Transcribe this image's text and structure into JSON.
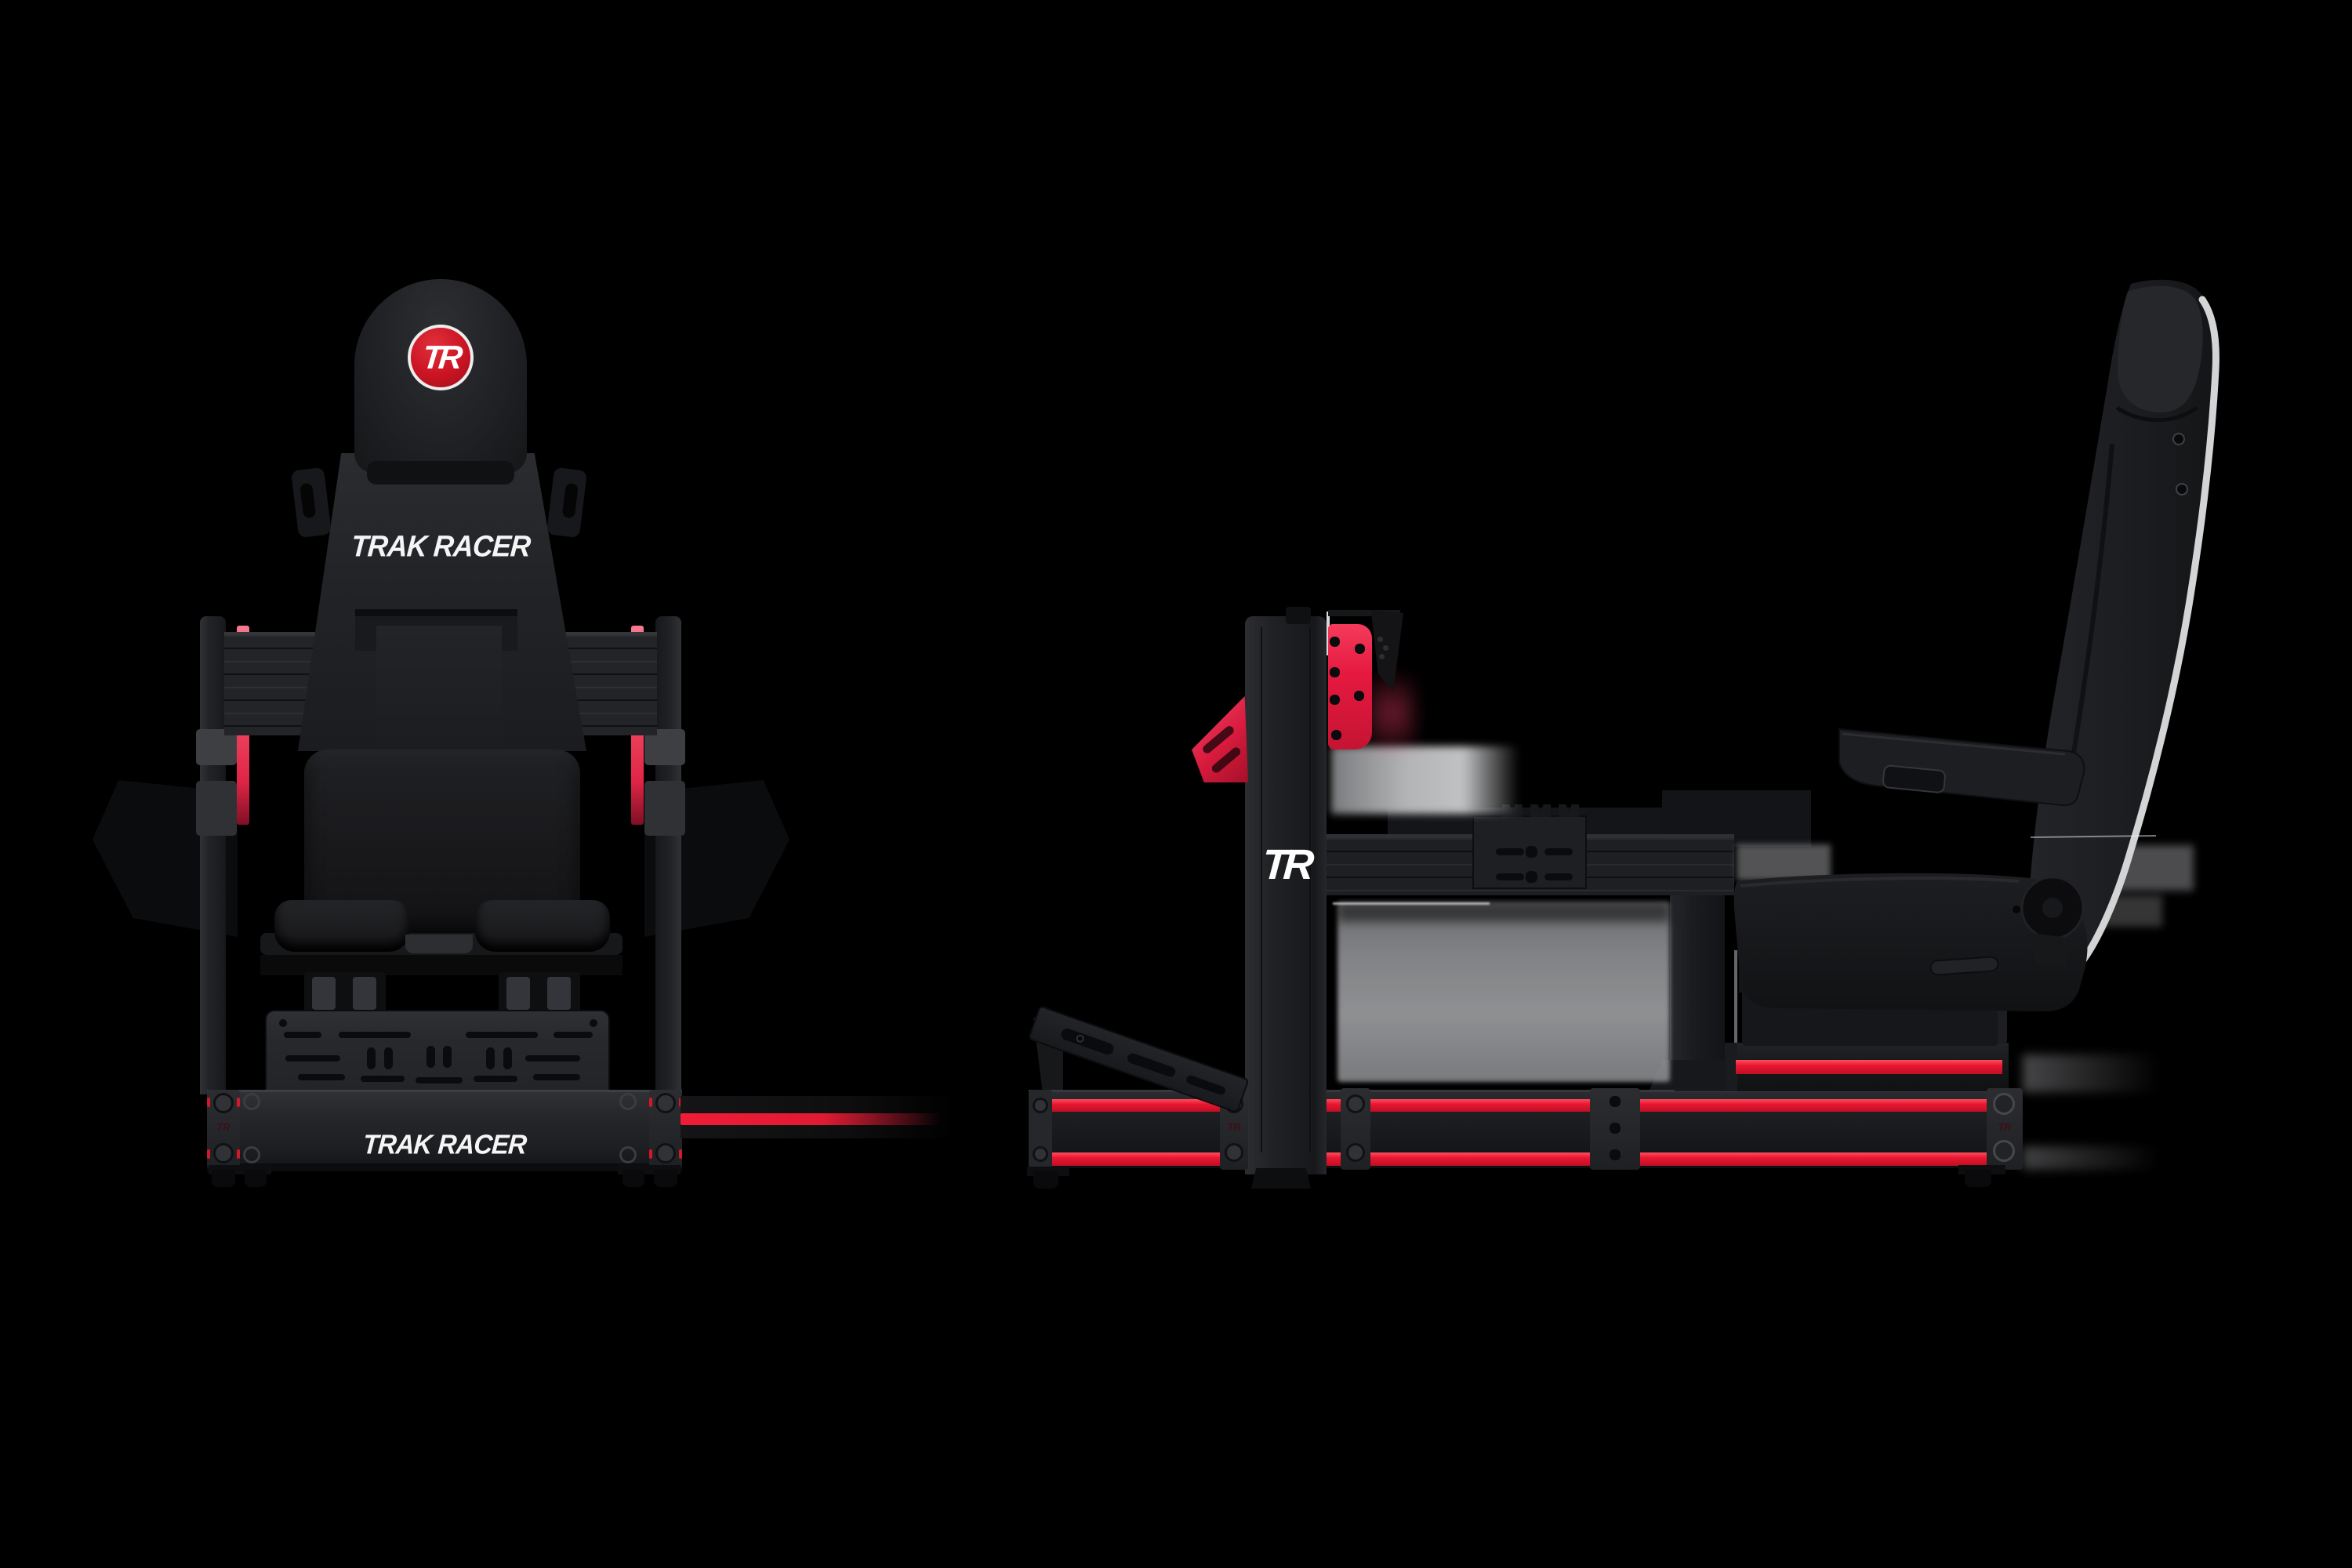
{
  "branding": {
    "headrest_logo": "TR",
    "backrest_label": "TRAK RACER",
    "base_label": "TRAK RACER",
    "side_post_logo": "TR",
    "connector_mark": "TR"
  },
  "colors": {
    "background": "#000000",
    "accent_red": "#e81731",
    "accent_pink": "#f0597a",
    "wheel_bracket_red": "#e51940",
    "logo_badge_red": "#cb1423",
    "text_white": "#f5f5f6",
    "seat_piping_gray": "#d3d4d6",
    "frame_dark": "#1d1e22",
    "shadow_haze_gray": "#9a9b9e"
  },
  "views": {
    "left_view": "front",
    "right_view": "side"
  }
}
